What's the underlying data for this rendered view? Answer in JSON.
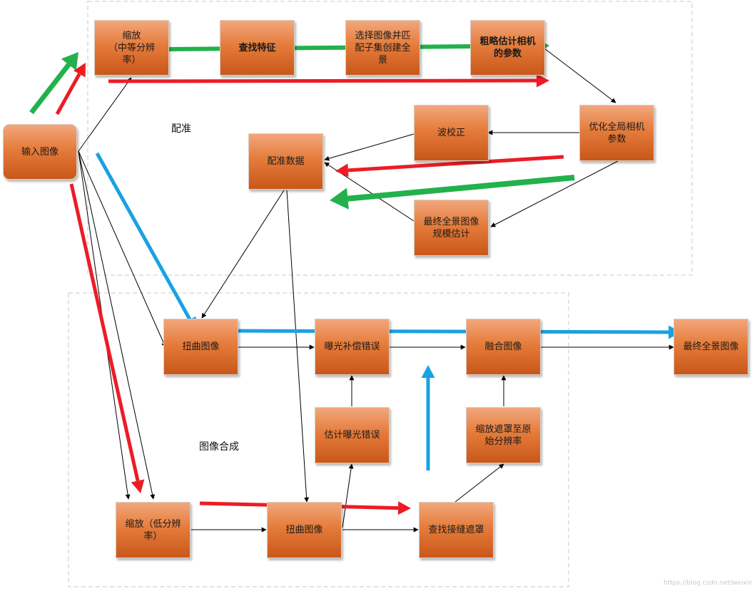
{
  "sections": {
    "registration": "配准",
    "composition": "图像合成"
  },
  "nodes": {
    "input_image": "输入图像",
    "scale_medium": "缩放\n（中等分辨\n率）",
    "find_features": "查找特征",
    "select_images": "选择图像并匹\n配子集创建全\n景",
    "rough_camera": "粗略估计相机\n的参数",
    "optimize_camera": "优化全局相机\n参数",
    "wave_correct": "波校正",
    "registration_data": "配准数据",
    "final_scale": "最终全景图像\n规模估计",
    "warp_image_top": "扭曲图像",
    "exposure_compensate": "曝光补偿错误",
    "blend_image": "融合图像",
    "final_panorama": "最终全景图像",
    "estimate_exposure": "估计曝光错误",
    "scale_mask": "缩放遮罩至原\n始分辨率",
    "scale_low": "缩放（低分辨\n率）",
    "warp_image_bottom": "扭曲图像",
    "find_seam_mask": "查找接缝遮罩"
  },
  "colors": {
    "green_arrow": "#22b14c",
    "red_arrow": "#ed1c24",
    "blue_arrow": "#1ba1e2",
    "node_fill": "#e57c3b"
  },
  "watermark": "https://blog.csdn.net/weixin_"
}
